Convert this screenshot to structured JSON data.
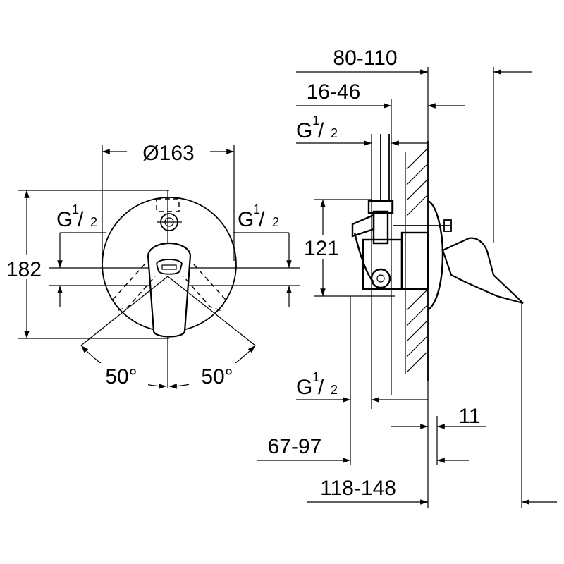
{
  "front_view": {
    "diameter_label": "Ø163",
    "thread_left_label": "G",
    "thread_left_frac_num": "1",
    "thread_left_frac_den": "2",
    "thread_right_label": "G",
    "thread_right_frac_num": "1",
    "thread_right_frac_den": "2",
    "height_label": "182",
    "angle_left_label": "50°",
    "angle_right_label": "50°"
  },
  "side_view": {
    "dim_80_110": "80-110",
    "dim_16_46": "16-46",
    "thread_top_label": "G",
    "thread_top_frac_num": "1",
    "thread_top_frac_den": "2",
    "dim_121": "121",
    "thread_bottom_label": "G",
    "thread_bottom_frac_num": "1",
    "thread_bottom_frac_den": "2",
    "dim_11": "11",
    "dim_67_97": "67-97",
    "dim_118_148": "118-148"
  }
}
